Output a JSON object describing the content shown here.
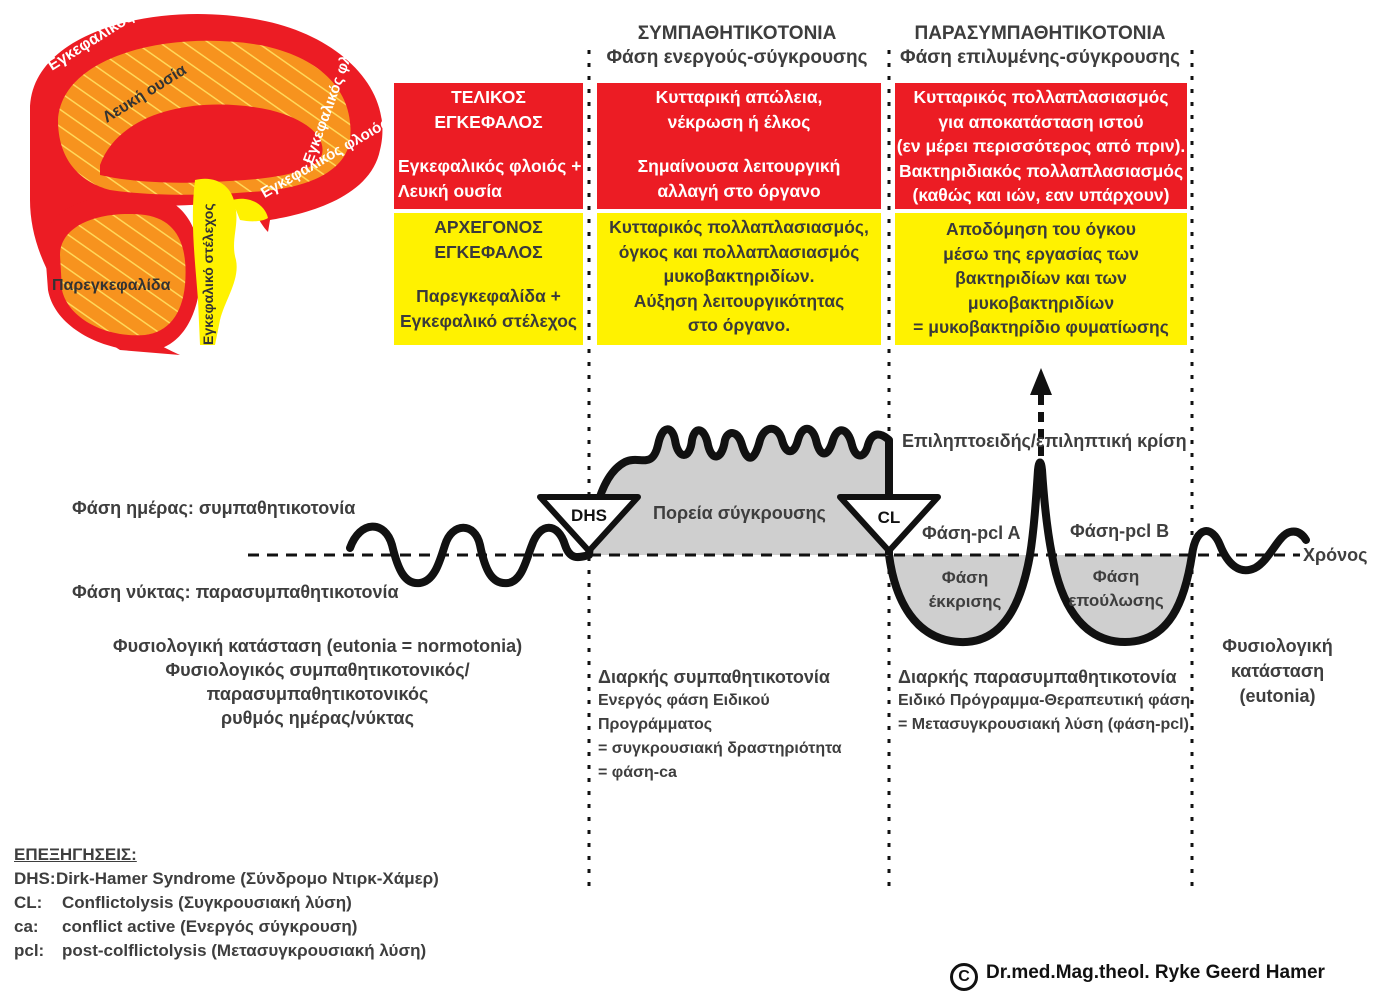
{
  "brain": {
    "cortex_left": "Εγκεφαλικός φλοιός",
    "white_matter": "Λευκή ουσία",
    "cortex_right": "Εγκεφαλικός φλοιός",
    "cortex_mid": "Εγκεφαλικός φλοιός",
    "cerebellum": "Παρεγκεφαλίδα",
    "brainstem": "Εγκεφαλικό στέλεχος"
  },
  "headers": {
    "sympathetic_title": "ΣΥΜΠΑΘΗΤΙΚΟΤΟΝΙΑ",
    "sympathetic_sub": "Φάση ενεργούς-σύγκρουσης",
    "para_title": "ΠΑΡΑΣΥΜΠΑΘΗΤΙΚΟΤΟΝΙΑ",
    "para_sub": "Φάση επιλυμένης-σύγκρουσης"
  },
  "boxes": {
    "new_brain": [
      "ΤΕΛΙΚΟΣ",
      "ΕΓΚΕΦΑΛΟΣ",
      "",
      "Εγκεφαλικός φλοιός +",
      "Λευκή ουσία"
    ],
    "old_brain": [
      "ΑΡΧΕΓΟΝΟΣ",
      "ΕΓΚΕΦΑΛΟΣ",
      "",
      "Παρεγκεφαλίδα +",
      "Εγκεφαλικό στέλεχος"
    ],
    "symp_red": [
      "Κυτταρική απώλεια,",
      "νέκρωση ή έλκος",
      "",
      "Σημαίνουσα λειτουργική",
      "αλλαγή στο όργανο"
    ],
    "symp_yellow": [
      "Κυτταρικός πολλαπλασιασμός,",
      "όγκος και πολλαπλασιασμός",
      "μυκοβακτηριδίων.",
      "Αύξηση λειτουργικότητας",
      "στο όργανο."
    ],
    "para_red": [
      "Κυτταρικός πολλαπλασιασμός",
      "για αποκατάσταση ιστού",
      "(εν μέρει περισσότερος από πριν).",
      "Βακτηριδιακός πολλαπλασιασμός",
      "(καθώς και ιών, εαν υπάρχουν)"
    ],
    "para_yellow": [
      "Αποδόμηση του όγκου",
      "μέσω της εργασίας των",
      "βακτηριδίων και των",
      "μυκοβακτηριδίων",
      "= μυκοβακτηρίδιο φυματίωσης"
    ]
  },
  "graph": {
    "crisis": "Επιληπτοειδής/επιληπτική κρίση",
    "day_phase": "Φάση ημέρας: συμπαθητικοτονία",
    "night_phase": "Φάση νύκτας: παρασυμπαθητικοτονία",
    "dhs": "DHS",
    "cl": "CL",
    "conflict_course": "Πορεία σύγκρουσης",
    "pcl_a": "Φάση-pcl A",
    "pcl_b": "Φάση-pcl B",
    "time": "Χρόνος",
    "exudation": [
      "Φάση",
      "έκκρισης"
    ],
    "suppuration": [
      "Φάση",
      "επούλωσης"
    ]
  },
  "descriptions": {
    "normal": [
      "Φυσιολογική κατάσταση (eutonia = normotonia)",
      "Φυσιολογικός συμπαθητικοτονικός/παρασυμπαθητικοτονικός",
      "ρυθμός ημέρας/νύκτας"
    ],
    "symp_title": "Διαρκής συμπαθητικοτονία",
    "symp_lines": [
      "Ενεργός φάση Ειδικού Προγράμματος",
      "= συγκρουσιακή δραστηριότητα",
      "= φάση-ca"
    ],
    "para_title": "Διαρκής παρασυμπαθητικοτονία",
    "para_lines": [
      "Ειδικό Πρόγραμμα-Θεραπευτική φάση",
      "= Μετασυγκρουσιακή λύση (φάση-pcl)"
    ],
    "normal_right": [
      "Φυσιολογική",
      "κατάσταση",
      "(eutonia)"
    ]
  },
  "legend": {
    "title": "ΕΠΕΞΗΓΗΣΕΙΣ:",
    "rows": [
      {
        "abbr": "DHS:",
        "text": "Dirk-Hamer Syndrome  (Σύνδρομο Ντιρκ-Χάμερ)"
      },
      {
        "abbr": "CL:",
        "text": "Conflictolysis  (Συγκρουσιακή λύση)"
      },
      {
        "abbr": "ca:",
        "text": "conflict active  (Ενεργός σύγκρουση)"
      },
      {
        "abbr": "pcl:",
        "text": "post-colflictolysis  (Μετασυγκρουσιακή λύση)"
      }
    ]
  },
  "copyright": "Dr.med.Mag.theol. Ryke Geerd Hamer",
  "colors": {
    "red": "#ec1c24",
    "yellow": "#fff200",
    "orange": "#f7931e",
    "gray": "#cfcfcf"
  }
}
